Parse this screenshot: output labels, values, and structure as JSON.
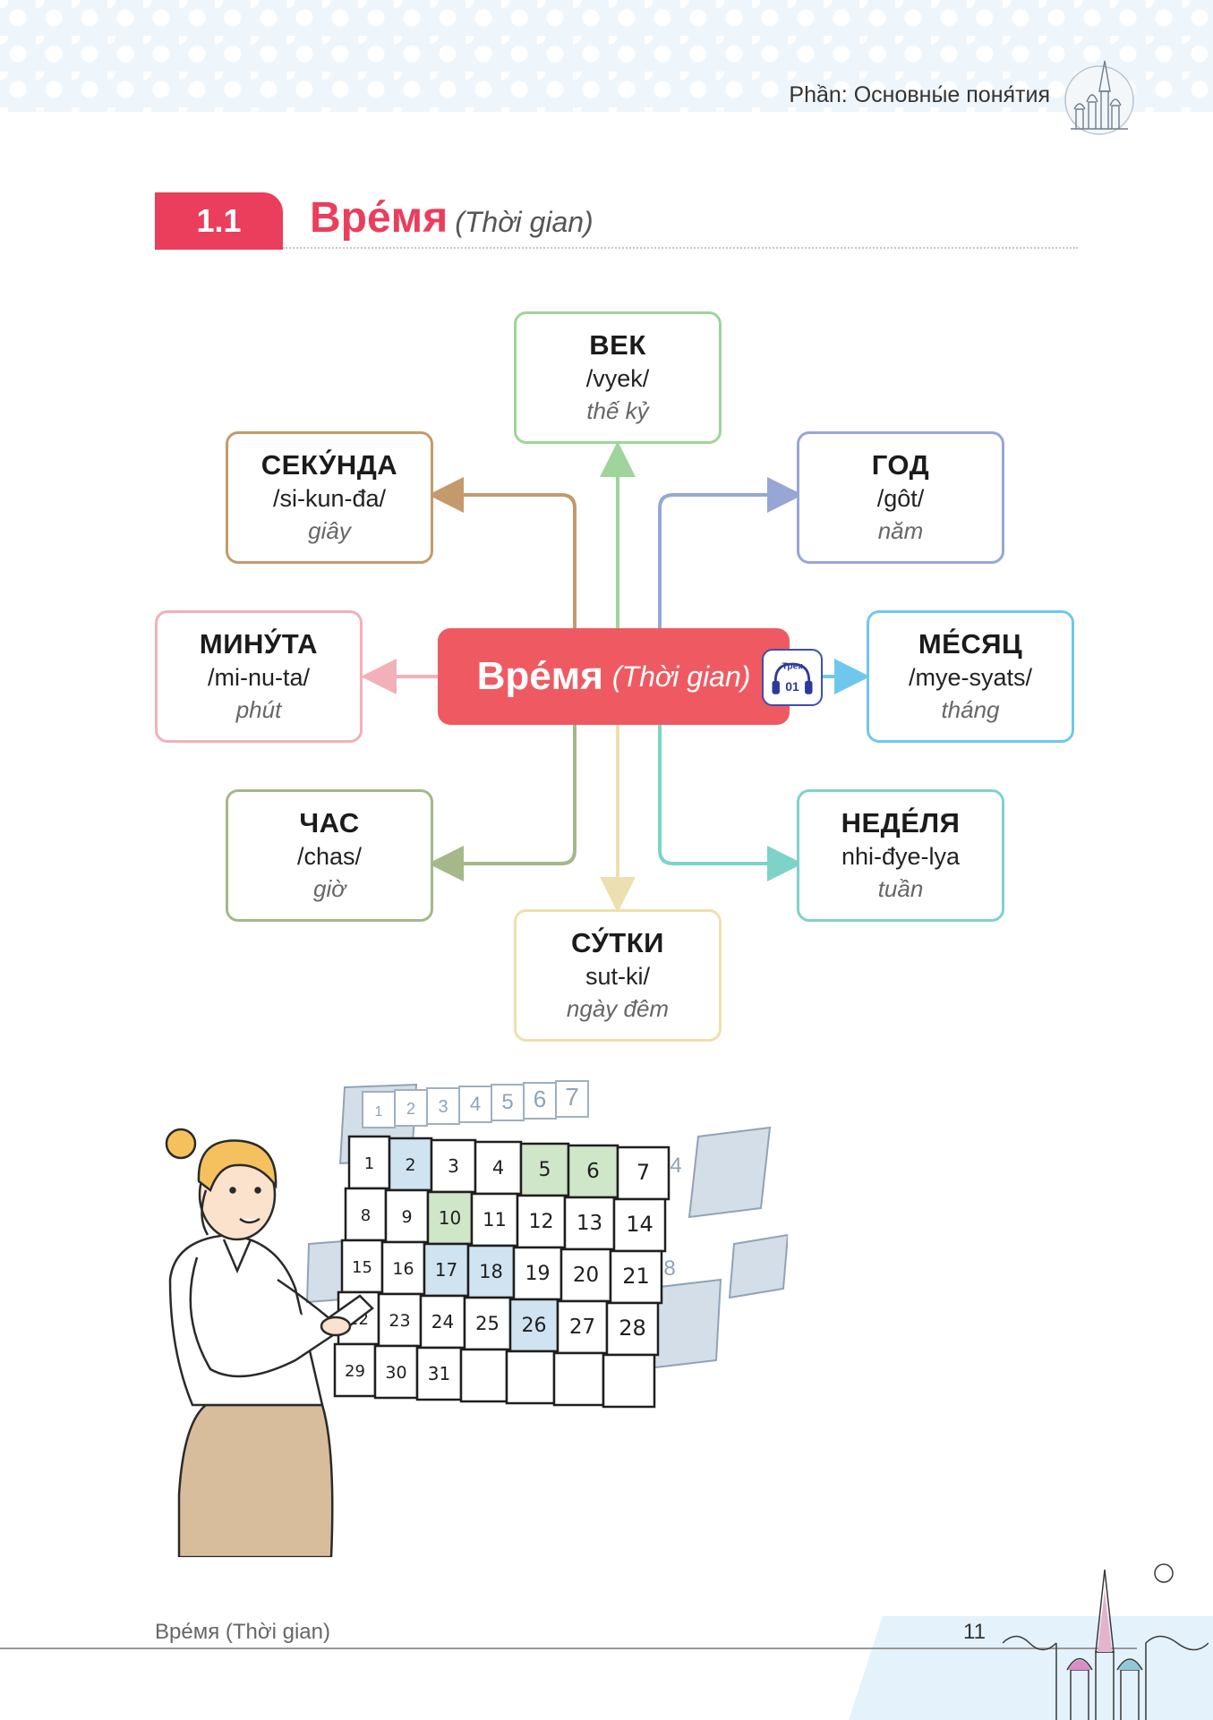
{
  "header": {
    "part_label": "Phần: Основны́е поня́тия"
  },
  "section": {
    "number": "1.1",
    "title": "Вре́мя",
    "subtitle": "(Thời gian)"
  },
  "mindmap": {
    "center": {
      "ru": "Вре́мя",
      "vi": "(Thời gian)",
      "track_label": "Трек",
      "track_number": "01"
    },
    "nodes": {
      "vek": {
        "ru": "ВЕК",
        "translit": "/vyek/",
        "vi": "thế kỷ",
        "color": "#9fd49a"
      },
      "sekunda": {
        "ru": "СЕКУ́НДА",
        "translit": "/si-kun-đa/",
        "vi": "giây",
        "color": "#c49a6c"
      },
      "god": {
        "ru": "ГОД",
        "translit": "/gôt/",
        "vi": "năm",
        "color": "#98a6d6"
      },
      "minuta": {
        "ru": "МИНУ́ТА",
        "translit": "/mi-nu-ta/",
        "vi": "phút",
        "color": "#f2b0b8"
      },
      "mesyats": {
        "ru": "МЕ́СЯЦ",
        "translit": "/mye-syats/",
        "vi": "tháng",
        "color": "#6fc8ec"
      },
      "chas": {
        "ru": "ЧАС",
        "translit": "/chas/",
        "vi": "giờ",
        "color": "#a5b88a"
      },
      "nedelya": {
        "ru": "НЕДЕ́ЛЯ",
        "translit": "nhi-đye-lya",
        "vi": "tuần",
        "color": "#7ed3c8"
      },
      "sutki": {
        "ru": "СУ́ТКИ",
        "translit": "sut-ki/",
        "vi": "ngày đêm",
        "color": "#ede0b0"
      }
    }
  },
  "calendar": {
    "dates": [
      "1",
      "2",
      "3",
      "4",
      "5",
      "6",
      "7",
      "8",
      "9",
      "10",
      "11",
      "12",
      "13",
      "14",
      "15",
      "16",
      "17",
      "18",
      "19",
      "20",
      "21",
      "22",
      "23",
      "24",
      "25",
      "26",
      "27",
      "28",
      "29",
      "30",
      "31"
    ],
    "back_dates": [
      "1",
      "2",
      "3",
      "4",
      "5",
      "6",
      "7",
      "14",
      "28"
    ]
  },
  "footer": {
    "title": "Вре́мя (Thời gian)",
    "page_number": "11"
  }
}
